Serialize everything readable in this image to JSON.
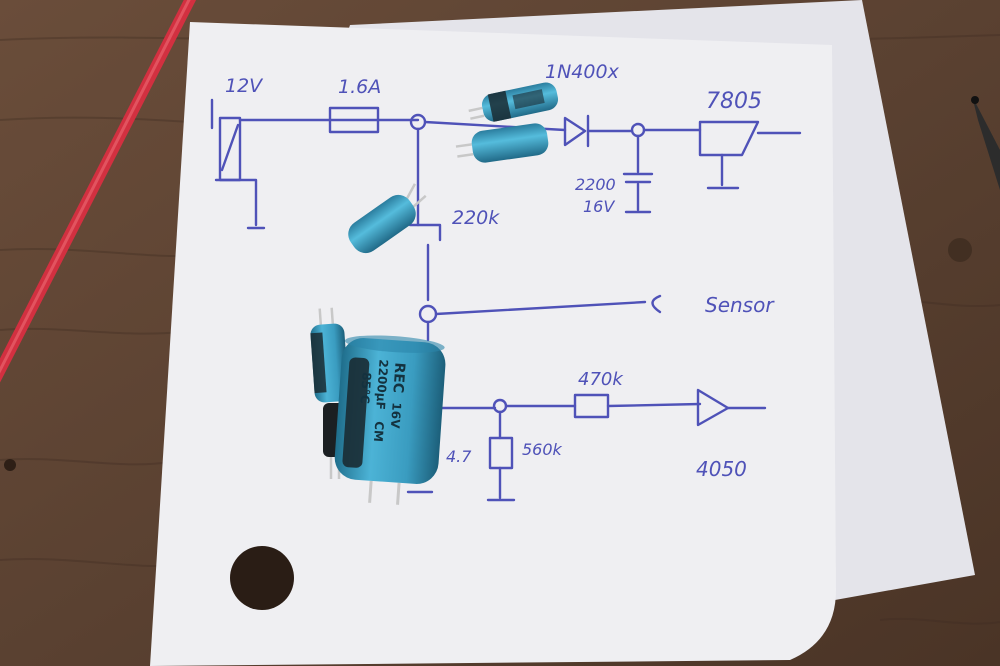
{
  "photo": {
    "colors": {
      "table": "#5b4232",
      "table_dark": "#3e2c21",
      "paper": "#efeff2",
      "paper_back": "#e4e4ea",
      "ink": "#4f52b8",
      "capacitor": "#3a9cc0",
      "capacitor_dark": "#1f6e8c",
      "wire": "#d23040"
    },
    "labels": {
      "voltage": "12V",
      "fuse": "1.6A",
      "diode": "1N400x",
      "regulator": "7805",
      "cap_value": "2200",
      "cap_voltage": "16V",
      "resistor_top": "220k",
      "sensor": "Sensor",
      "resistor_mid": "470k",
      "resistor_bottom": "560k",
      "cap_small": "4.7",
      "chip": "4050"
    },
    "capacitor_print": {
      "brand": "REC",
      "voltage": "16V",
      "capacitance": "2200µF",
      "code": "CM",
      "temp": "85°C"
    }
  }
}
